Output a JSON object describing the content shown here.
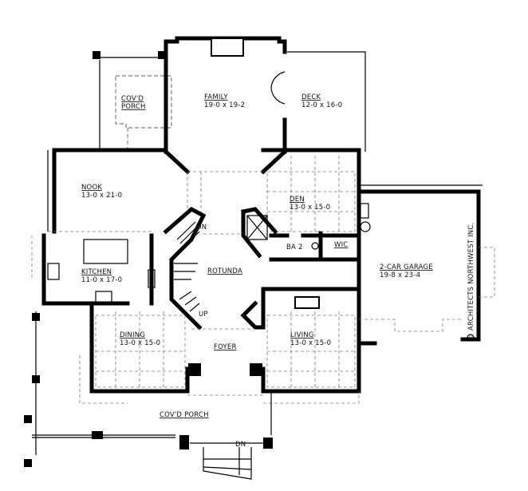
{
  "plan": {
    "rooms": {
      "covd_porch_rear": {
        "name": "COV'D",
        "name2": "PORCH"
      },
      "family": {
        "name": "FAMILY",
        "size": "19-0 x 19-2"
      },
      "deck": {
        "name": "DECK",
        "size": "12-0 x 16-0"
      },
      "nook": {
        "name": "NOOK",
        "size": "13-0 x 21-0"
      },
      "den": {
        "name": "DEN",
        "size": "13-0 x 15-0"
      },
      "ba2": {
        "name": "BA 2"
      },
      "wic": {
        "name": "WIC"
      },
      "kitchen": {
        "name": "KITCHEN",
        "size": "11-0 x 17-0"
      },
      "rotunda": {
        "name": "ROTUNDA"
      },
      "garage": {
        "name": "2-CAR GARAGE",
        "size": "19-8 x 23-4"
      },
      "dining": {
        "name": "DINING",
        "size": "13-0 x 15-0"
      },
      "foyer": {
        "name": "FOYER"
      },
      "living": {
        "name": "LIVING",
        "size": "13-0 x 15-0"
      },
      "covd_porch_front": {
        "name": "COV'D PORCH"
      }
    },
    "stairs": {
      "down_label": "DN",
      "up_label": "UP",
      "porch_steps_label": "DN"
    },
    "copyright": "ARCHITECTS NORTHWEST INC.",
    "copyright_symbol": "©"
  }
}
